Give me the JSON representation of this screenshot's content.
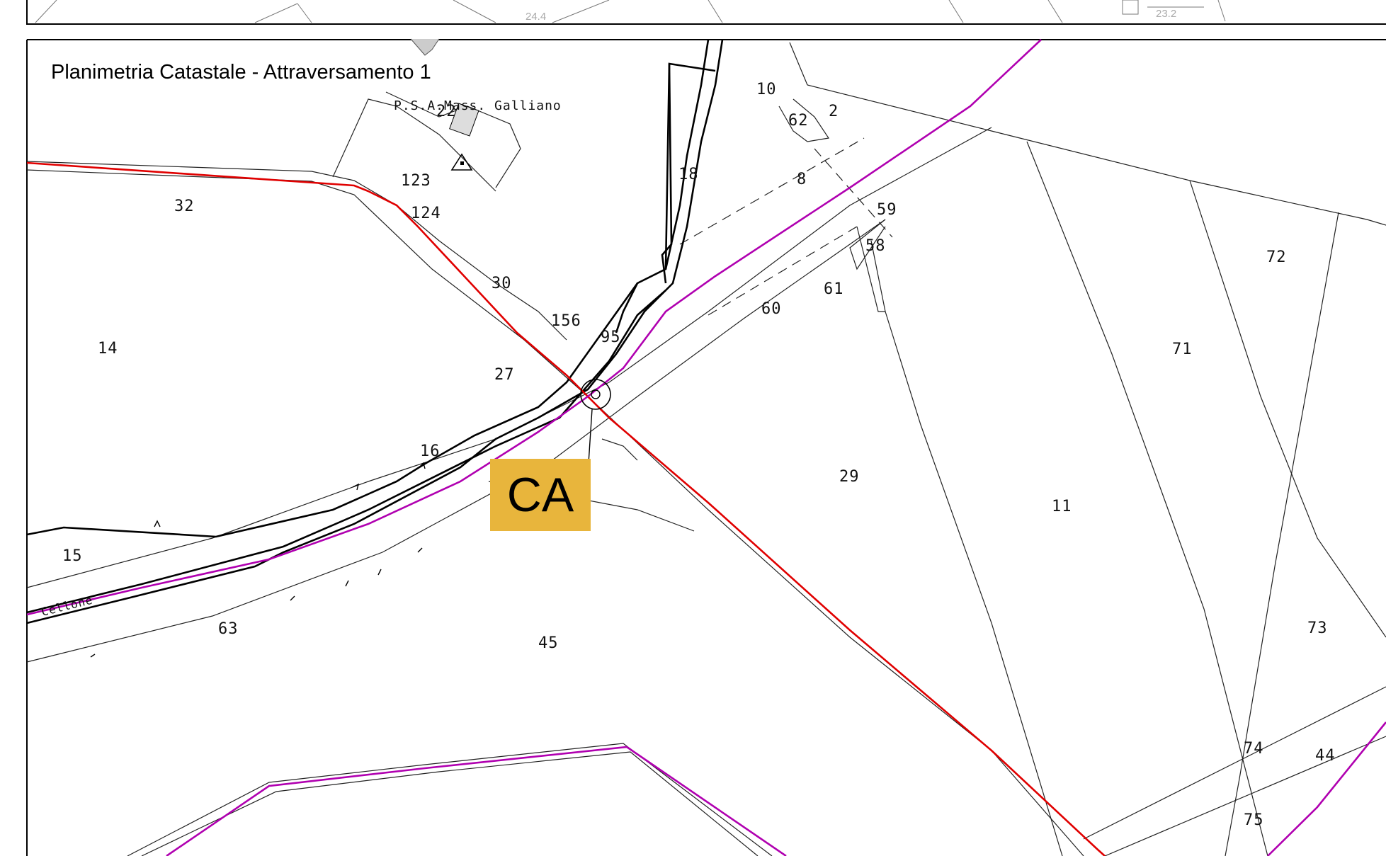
{
  "map": {
    "title": "Planimetria Catastale - Attraversamento 1",
    "marker_label": "CA",
    "farm_label": "P.S.A.Mass. Galliano",
    "road_label": "Cellone",
    "upper_panel_labels": [
      "24.4",
      "23.2"
    ],
    "parcels": [
      "10",
      "62",
      "2",
      "123",
      "32",
      "124",
      "18",
      "8",
      "59",
      "58",
      "72",
      "61",
      "30",
      "60",
      "156",
      "95",
      "14",
      "71",
      "27",
      "16",
      "29",
      "11",
      "15",
      "63",
      "45",
      "73",
      "74",
      "44",
      "75",
      "22"
    ],
    "colors": {
      "gas_line": "#E00000",
      "pipeline": "#B000B0",
      "marker_badge": "#E8B53C",
      "border": "#000000"
    }
  }
}
